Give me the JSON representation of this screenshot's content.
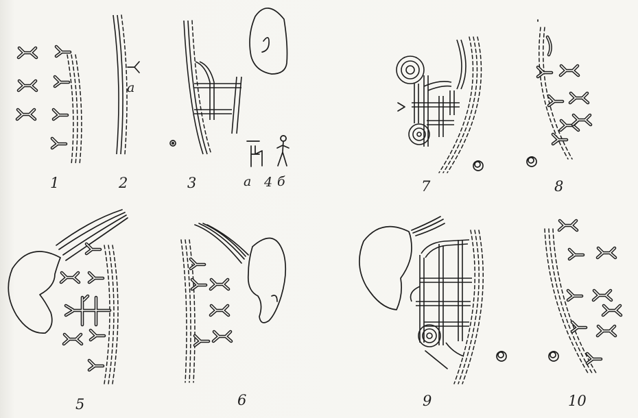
{
  "figures": [
    {
      "id": "fig-1",
      "label": "1"
    },
    {
      "id": "fig-2",
      "label": "2",
      "sub": "a"
    },
    {
      "id": "fig-3",
      "label": "3"
    },
    {
      "id": "fig-4",
      "label": "4",
      "sub_a": "а",
      "sub_b": "б"
    },
    {
      "id": "fig-5",
      "label": "5"
    },
    {
      "id": "fig-6",
      "label": "6"
    },
    {
      "id": "fig-7",
      "label": "7"
    },
    {
      "id": "fig-8",
      "label": "8"
    },
    {
      "id": "fig-9",
      "label": "9"
    },
    {
      "id": "fig-10",
      "label": "10"
    }
  ],
  "colors": {
    "ink": "#1d1d1d",
    "paper": "#f4f3ef"
  },
  "icons": {
    "sign": "y-shaped-petroglyph-sign",
    "figure": "anthropomorph-figure",
    "circle": "concentric-circle-sign",
    "ear": "ear-shaped-outline"
  }
}
